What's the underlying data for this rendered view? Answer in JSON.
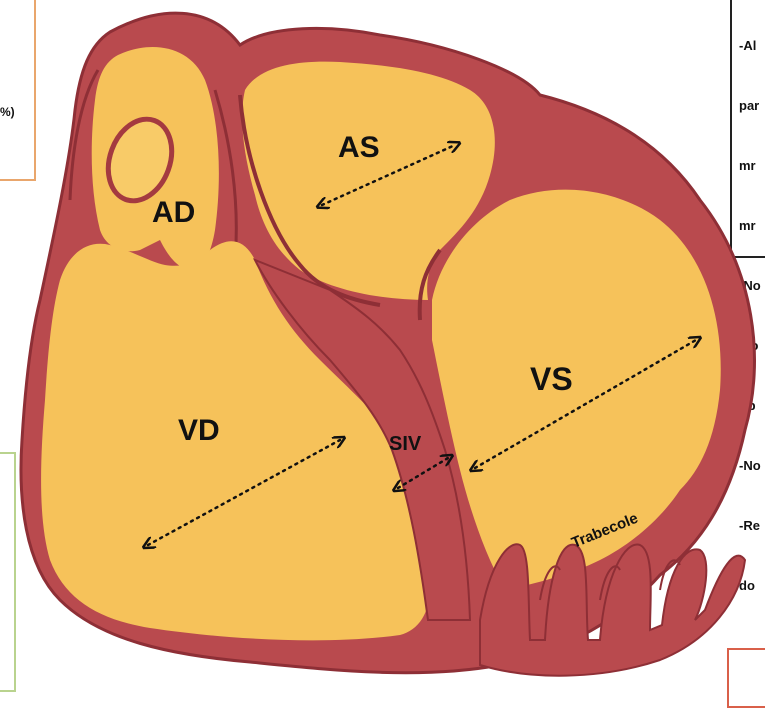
{
  "labels": {
    "ad": "AD",
    "as": "AS",
    "vd": "VD",
    "vs": "VS",
    "siv": "SIV",
    "trabecole": "Trabecole"
  },
  "side_text_left": "%)",
  "side_text_right": [
    "-Al",
    "par",
    "mr",
    "mr",
    "-No",
    "glo",
    "rip",
    "-No",
    "-Re",
    "do"
  ],
  "colors": {
    "myocardium": "#b94a4e",
    "myocardium_dark": "#8e2f36",
    "chamber": "#f6c25a",
    "chamber_light": "#fbd47a"
  }
}
